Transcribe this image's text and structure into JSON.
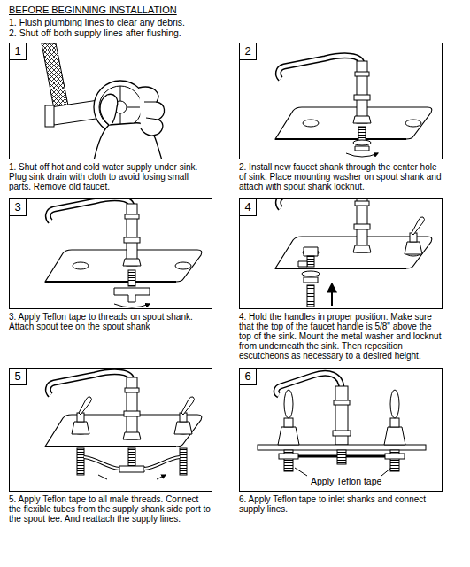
{
  "diagram": {
    "title": "BEFORE BEGINNING INSTALLATION",
    "nodes": [
      {
        "text": [
          "1. Shut off hot and cold water supply under sink. Plug sink drain with cloth to avoid losing small parts. Remove old faucet."
        ]
      },
      {
        "text": [
          "1"
        ],
        "in": 0
      },
      {
        "text": [
          "2. Install new faucet shank through the center hole of sink. Place mounting washer on spout shank and attach with spout shank locknut."
        ]
      },
      {
        "text": [
          "2"
        ],
        "in": 2
      },
      {
        "text": [
          "3. Apply Teflon tape to threads on spout shank. Attach spout tee on the spout shank"
        ]
      },
      {
        "text": [
          "3"
        ],
        "in": 4
      },
      {
        "text": [
          "4. Hold the handles in proper position. Make sure that the top of the faucet handle is 5/8\" above the top of the sink. Mount the metal washer and locknut from underneath the sink. Then reposition escutcheons as necessary to a desired height."
        ]
      },
      {
        "text": [
          "4"
        ],
        "in": 6
      },
      {
        "text": [
          "5. Apply Teflon tape to all male threads. Connect the flexible tubes from the supply shank side port to the spout tee. And reattach the supply lines."
        ]
      },
      {
        "text": [
          "5"
        ],
        "in": 8
      },
      {
        "text": [
          "6. Apply Teflon tape to inlet shanks and connect supply lines."
        ]
      },
      {
        "text": [
          "6"
        ],
        "in": 10
      }
    ],
    "labels": [
      "1. Flush plumbing lines to clear any debris.",
      "2. Shut off both supply lines after flushing.",
      "Apply Teflon tape"
    ]
  }
}
